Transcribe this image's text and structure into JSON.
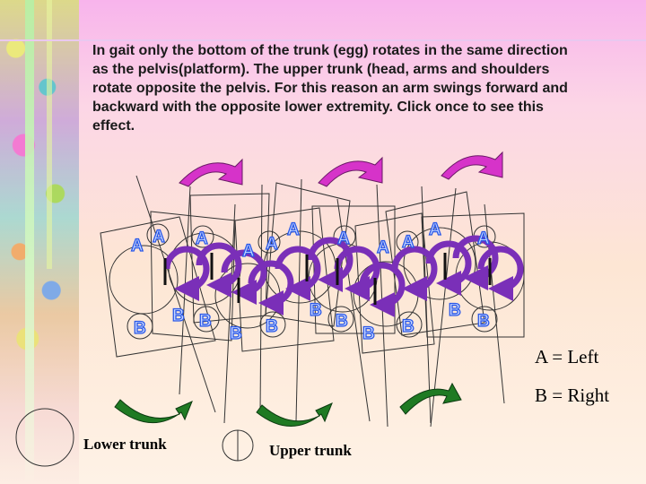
{
  "description_text": "In gait only the bottom of the trunk (egg) rotates in the same direction as the pelvis(platform).  The upper trunk (head, arms and shoulders rotate opposite the pelvis.  For this reason an arm swings forward and backward with the opposite lower extremity. Click once to see this effect.",
  "marker_a": "A",
  "marker_b": "B",
  "legend": {
    "a": "A = Left",
    "b": "B = Right"
  },
  "labels": {
    "lower": "Lower trunk",
    "upper": "Upper trunk"
  },
  "colors": {
    "upper_arrow": "#d633c9",
    "lower_arrow": "#1f7a23",
    "ring": "#7a2fb8",
    "marker": "#2a58e8"
  }
}
